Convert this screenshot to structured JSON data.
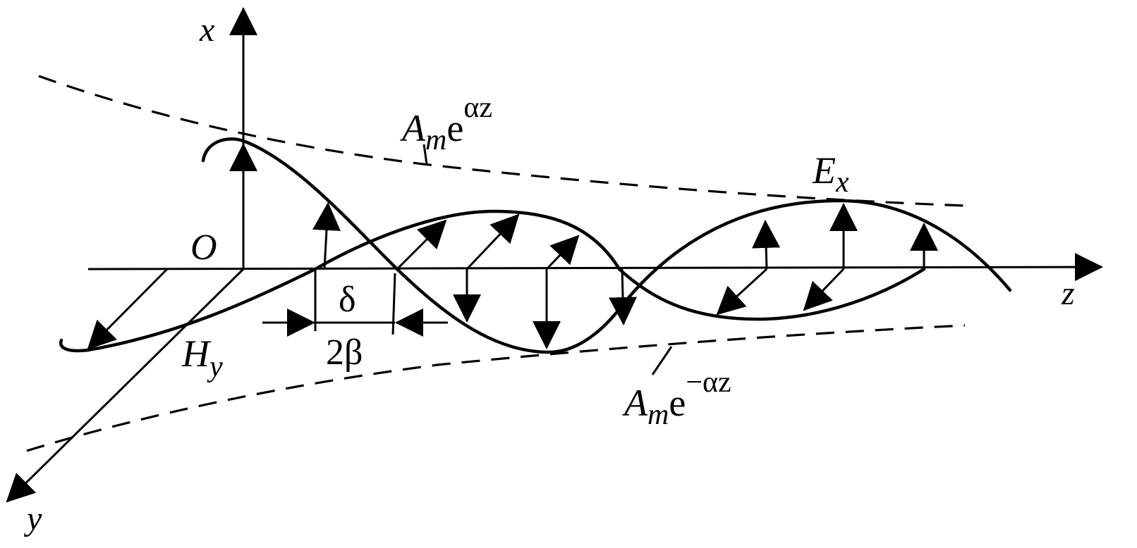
{
  "labels": {
    "axis_x": "x",
    "axis_y": "y",
    "axis_z": "z",
    "origin": "O",
    "upper_envelope": {
      "base": "A",
      "sub": "m",
      "e": "e",
      "sup": "αz"
    },
    "lower_envelope": {
      "base": "A",
      "sub": "m",
      "e": "e",
      "sup": "−αz"
    },
    "electric_field": {
      "base": "E",
      "sub": "x"
    },
    "magnetic_field": {
      "base": "H",
      "sub": "y"
    },
    "phase_shift": "δ",
    "half_wavelength": "2β"
  },
  "colors": {
    "ink": "#000000",
    "background": "#ffffff"
  }
}
